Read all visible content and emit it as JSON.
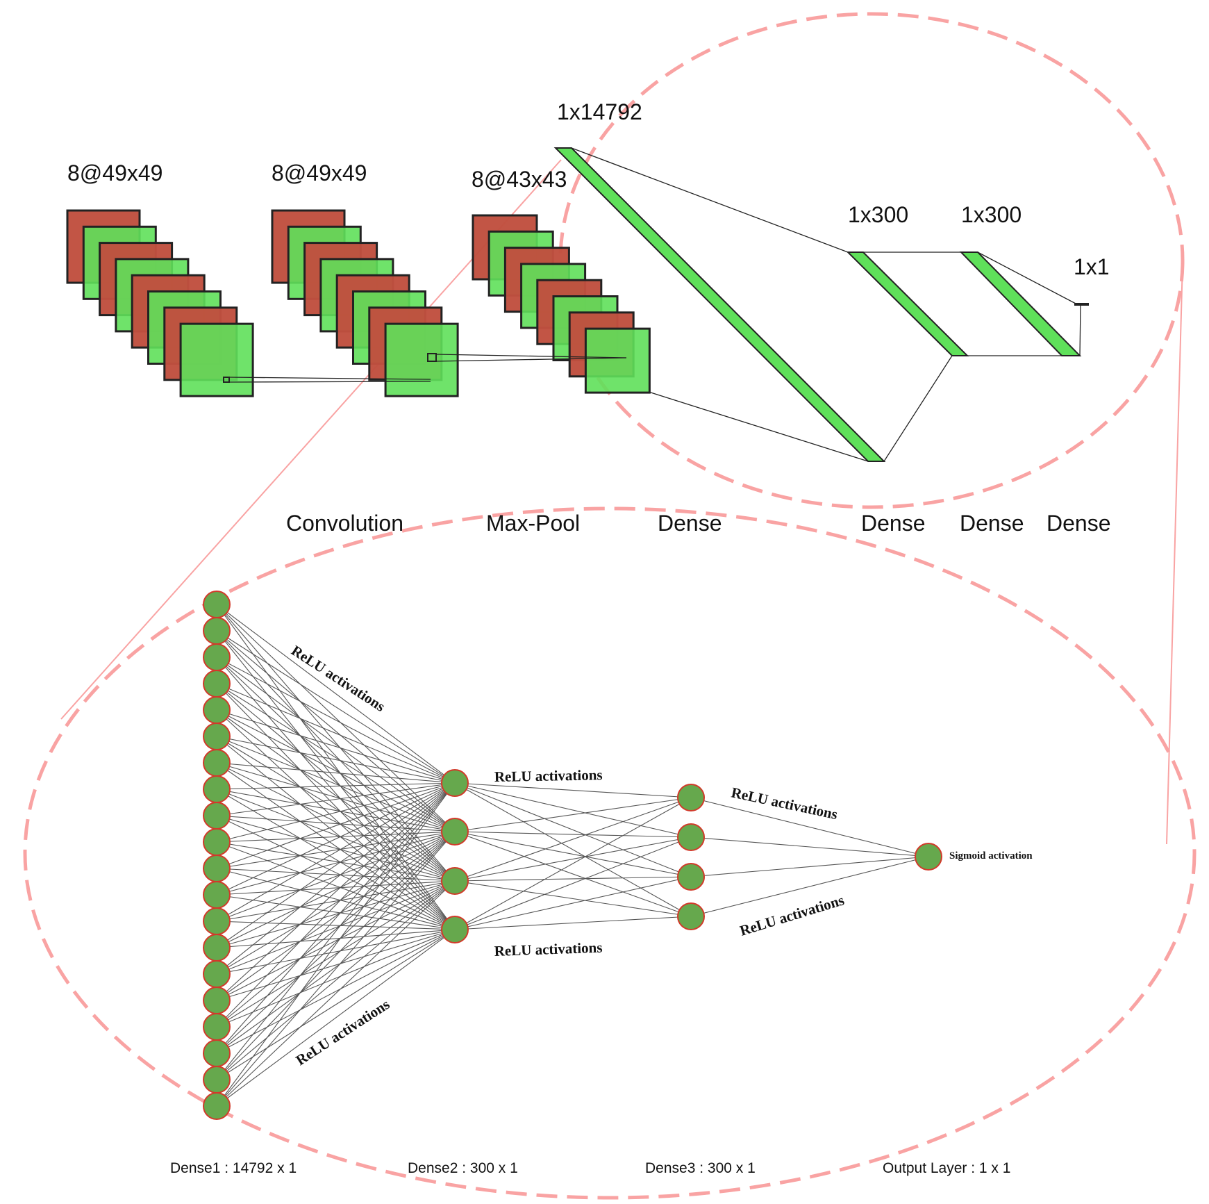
{
  "colors": {
    "red_map": "#c0503f",
    "green_map": "#5fe05a",
    "neuron_fill": "#66a84d",
    "neuron_stroke": "#d13a2a",
    "dashed": "#f9a3a3"
  },
  "cnn": {
    "dims": {
      "input": "8@49x49",
      "conv": "8@49x49",
      "pool": "8@43x43",
      "flat": "1x14792",
      "d1": "1x300",
      "d2": "1x300",
      "out": "1x1"
    },
    "ops": {
      "conv": "Convolution",
      "pool": "Max-Pool",
      "dense1": "Dense",
      "dense2": "Dense",
      "dense3": "Dense",
      "dense4": "Dense"
    }
  },
  "mlp": {
    "layer_labels": {
      "l1": "Dense1 : 14792 x 1",
      "l2": "Dense2 : 300 x 1",
      "l3": "Dense3 : 300 x 1",
      "l4": "Output Layer : 1 x 1"
    },
    "activations": {
      "a1": "ReLU activations",
      "a2": "ReLU activations",
      "a3": "ReLU activations",
      "a4": "ReLU activations",
      "a5": "ReLU activations",
      "a6": "ReLU activations",
      "sigmoid": "Sigmoid activation"
    }
  }
}
